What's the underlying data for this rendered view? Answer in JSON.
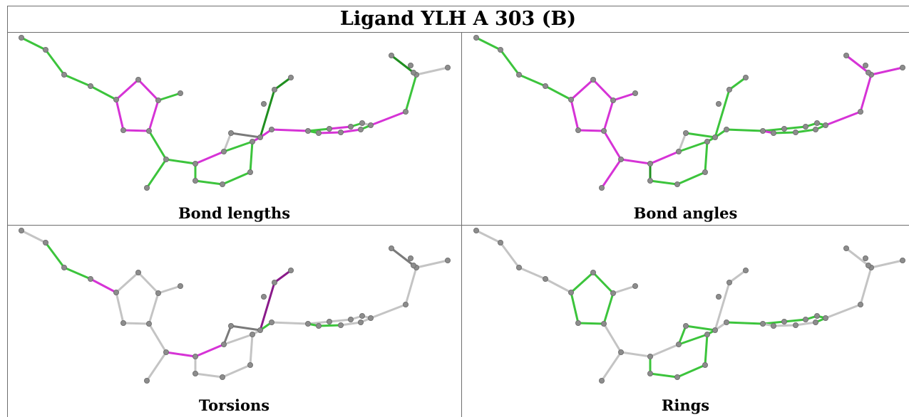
{
  "title": "Ligand YLH A 303 (B)",
  "colors": {
    "green": "#3cc43c",
    "dark_green": "#1f8f1f",
    "magenta": "#d633d6",
    "dark_magenta": "#8a1a8a",
    "gray": "#c4c4c4",
    "dark_gray": "#7a7a7a",
    "atom": "#8c8c8c"
  },
  "panels": [
    {
      "caption": "Bond lengths",
      "bond_colors": [
        "green",
        "green",
        "green",
        "green",
        "magenta",
        "magenta",
        "magenta",
        "magenta",
        "magenta",
        "green",
        "green",
        "green",
        "green",
        "magenta",
        "green",
        "green",
        "green",
        "green",
        "green",
        "gray",
        "dark_gray",
        "magenta",
        "dark_green",
        "dark_green",
        "magenta",
        "magenta",
        "green",
        "magenta",
        "green",
        "gray",
        "green",
        "magenta",
        "magenta",
        "green",
        "green",
        "dark_green",
        "gray",
        "magenta"
      ]
    },
    {
      "caption": "Bond angles",
      "bond_colors": [
        "green",
        "green",
        "green",
        "green",
        "magenta",
        "magenta",
        "magenta",
        "magenta",
        "magenta",
        "magenta",
        "magenta",
        "magenta",
        "magenta",
        "magenta",
        "green",
        "green",
        "green",
        "green",
        "dark_green",
        "gray",
        "green",
        "green",
        "green",
        "green",
        "green",
        "green",
        "green",
        "green",
        "green",
        "green",
        "green",
        "green",
        "green",
        "magenta",
        "magenta",
        "magenta",
        "magenta",
        "magenta"
      ]
    },
    {
      "caption": "Torsions",
      "bond_colors": [
        "gray",
        "green",
        "green",
        "magenta",
        "gray",
        "gray",
        "gray",
        "gray",
        "gray",
        "gray",
        "gray",
        "magenta",
        "gray",
        "magenta",
        "gray",
        "gray",
        "gray",
        "gray",
        "gray",
        "dark_gray",
        "dark_gray",
        "gray",
        "dark_magenta",
        "dark_magenta",
        "green",
        "gray",
        "gray",
        "gray",
        "gray",
        "gray",
        "gray",
        "gray",
        "green",
        "green",
        "gray",
        "dark_gray",
        "gray",
        "gray"
      ]
    },
    {
      "caption": "Rings",
      "bond_colors": [
        "gray",
        "gray",
        "gray",
        "gray",
        "green",
        "green",
        "green",
        "green",
        "green",
        "gray",
        "gray",
        "gray",
        "gray",
        "gray",
        "green",
        "green",
        "green",
        "green",
        "green",
        "green",
        "green",
        "green",
        "gray",
        "gray",
        "gray",
        "green",
        "green",
        "green",
        "green",
        "green",
        "green",
        "gray",
        "gray",
        "gray",
        "gray",
        "gray",
        "gray",
        "gray"
      ]
    }
  ]
}
